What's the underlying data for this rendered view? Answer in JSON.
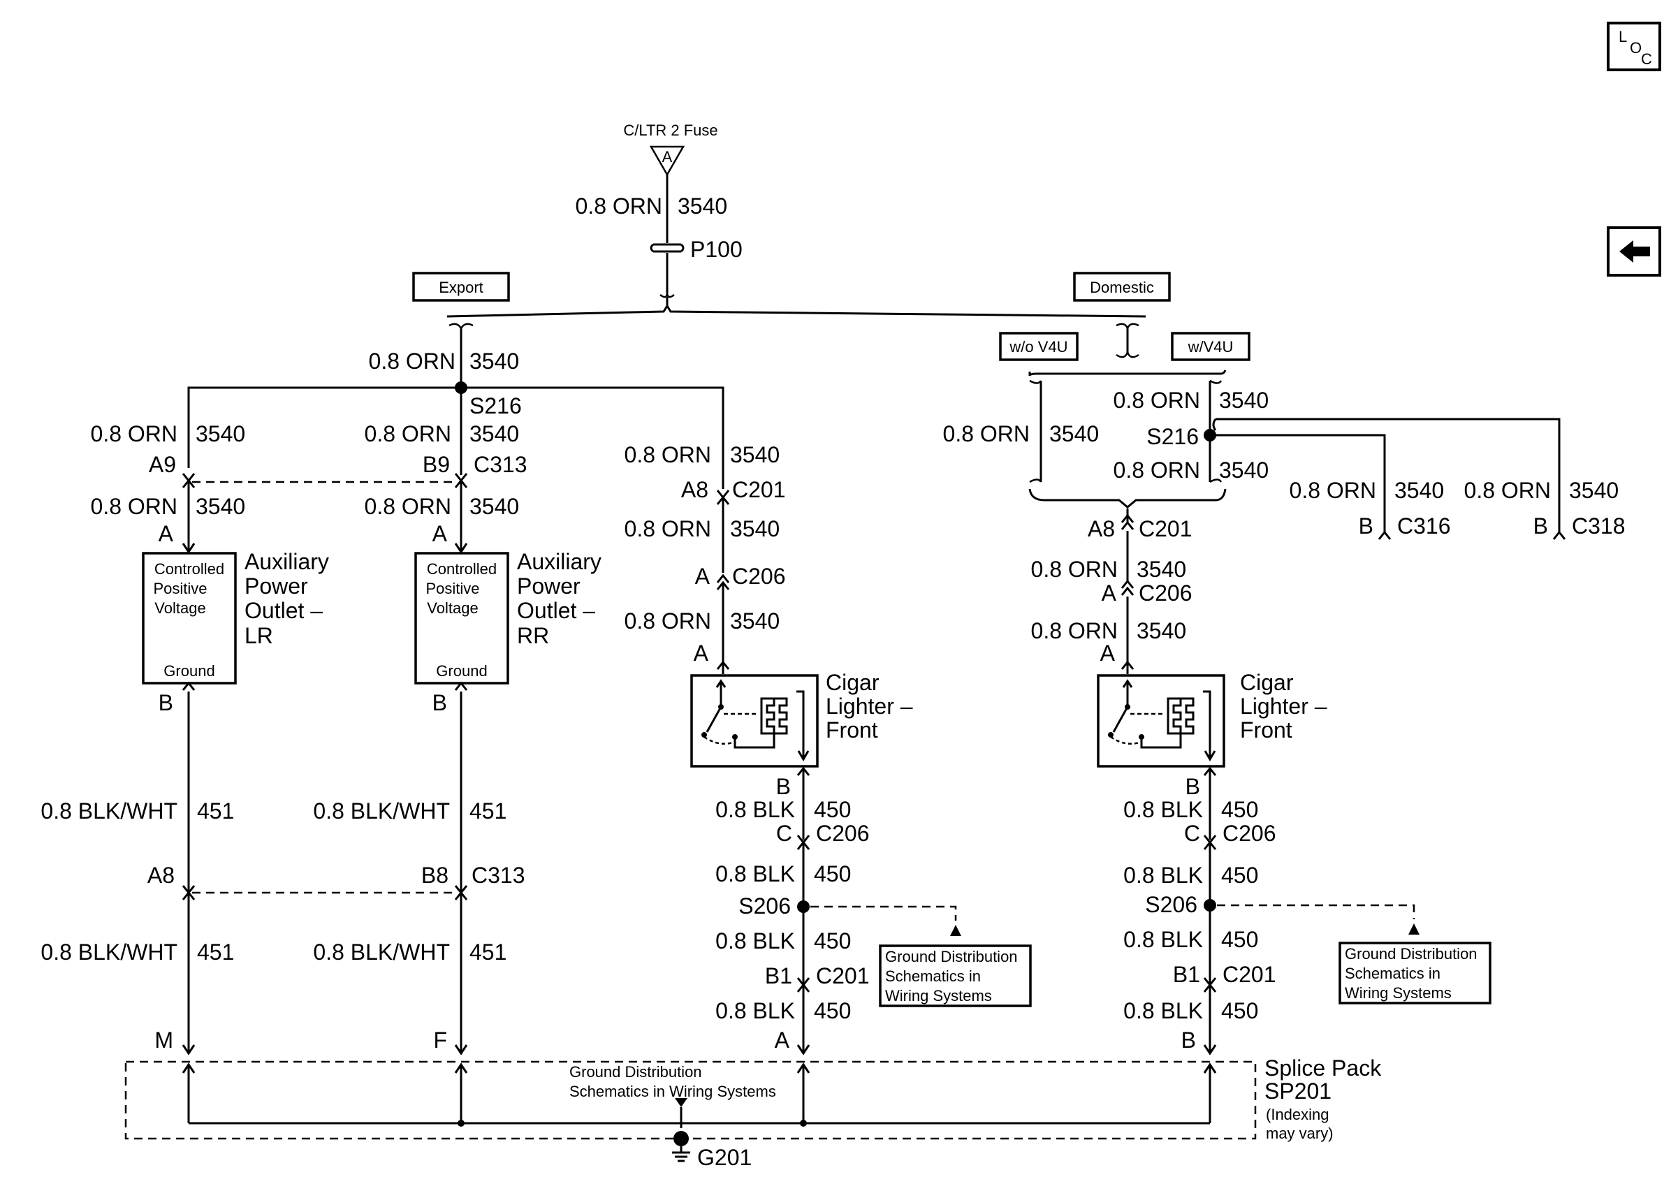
{
  "nav": {
    "loc_icon": "loc-icon",
    "back_icon": "arrow-left-icon"
  },
  "fuse": {
    "label": "C/LTR 2 Fuse",
    "terminal": "A"
  },
  "feed": {
    "wire": "0.8 ORN",
    "circuit": "3540",
    "connector": "P100"
  },
  "options": {
    "export": "Export",
    "domestic": "Domestic",
    "without_v4u": "w/o V4U",
    "with_v4u": "w/V4U"
  },
  "export": {
    "trunk_wire": "0.8 ORN",
    "trunk_circuit": "3540",
    "splice": "S216",
    "lr": {
      "upper_wire": "0.8 ORN",
      "upper_circuit": "3540",
      "pin_in": "A9",
      "lower_wire": "0.8 ORN",
      "lower_circuit": "3540",
      "term_top": "A",
      "box_line1": "Controlled",
      "box_line2": "Positive",
      "box_line3": "Voltage",
      "box_ground": "Ground",
      "name1": "Auxiliary",
      "name2": "Power",
      "name3": "Outlet –",
      "name4": "LR",
      "term_bottom": "B",
      "gnd_wire1": "0.8 BLK/WHT",
      "gnd_circuit1": "451",
      "pin_gnd": "A8",
      "gnd_wire2": "0.8 BLK/WHT",
      "gnd_circuit2": "451",
      "sp_pin": "M"
    },
    "rr": {
      "upper_wire": "0.8 ORN",
      "upper_circuit": "3540",
      "pin_in": "B9",
      "connector": "C313",
      "lower_wire": "0.8 ORN",
      "lower_circuit": "3540",
      "term_top": "A",
      "box_line1": "Controlled",
      "box_line2": "Positive",
      "box_line3": "Voltage",
      "box_ground": "Ground",
      "name1": "Auxiliary",
      "name2": "Power",
      "name3": "Outlet –",
      "name4": "RR",
      "term_bottom": "B",
      "gnd_wire1": "0.8 BLK/WHT",
      "gnd_circuit1": "451",
      "pin_gnd": "B8",
      "gnd_connector": "C313",
      "gnd_wire2": "0.8 BLK/WHT",
      "gnd_circuit2": "451",
      "sp_pin": "F"
    },
    "lighter": {
      "w1": "0.8 ORN",
      "c1": "3540",
      "pin1": "A8",
      "conn1": "C201",
      "w2": "0.8 ORN",
      "c2": "3540",
      "pin2": "A",
      "conn2": "C206",
      "w3": "0.8 ORN",
      "c3": "3540",
      "term_top": "A",
      "name1": "Cigar",
      "name2": "Lighter –",
      "name3": "Front",
      "term_bottom": "B",
      "gw1": "0.8 BLK",
      "gc1": "450",
      "gpin1": "C",
      "gconn1": "C206",
      "gw2": "0.8 BLK",
      "gc2": "450",
      "gsplice": "S206",
      "gw3": "0.8 BLK",
      "gc3": "450",
      "gpin3": "B1",
      "gconn3": "C201",
      "gw4": "0.8 BLK",
      "gc4": "450",
      "sp_pin": "A",
      "ref1": "Ground Distribution",
      "ref2": "Schematics in",
      "ref3": "Wiring Systems"
    }
  },
  "domestic": {
    "left_wire": "0.8 ORN",
    "left_circuit": "3540",
    "top_wire": "0.8 ORN",
    "top_circuit": "3540",
    "splice": "S216",
    "bot_wire": "0.8 ORN",
    "bot_circuit": "3540",
    "c316_wire": "0.8 ORN",
    "c316_circuit": "3540",
    "c316_pin": "B",
    "c316_conn": "C316",
    "c318_wire": "0.8 ORN",
    "c318_circuit": "3540",
    "c318_pin": "B",
    "c318_conn": "C318",
    "lighter": {
      "pin1": "A8",
      "conn1": "C201",
      "w2": "0.8 ORN",
      "c2": "3540",
      "pin2": "A",
      "conn2": "C206",
      "w3": "0.8 ORN",
      "c3": "3540",
      "term_top": "A",
      "name1": "Cigar",
      "name2": "Lighter –",
      "name3": "Front",
      "term_bottom": "B",
      "gw1": "0.8 BLK",
      "gc1": "450",
      "gpin1": "C",
      "gconn1": "C206",
      "gw2": "0.8 BLK",
      "gc2": "450",
      "gsplice": "S206",
      "gw3": "0.8 BLK",
      "gc3": "450",
      "gpin3": "B1",
      "gconn3": "C201",
      "gw4": "0.8 BLK",
      "gc4": "450",
      "sp_pin": "B",
      "ref1": "Ground Distribution",
      "ref2": "Schematics in",
      "ref3": "Wiring Systems"
    }
  },
  "splice_pack": {
    "ref1": "Ground Distribution",
    "ref2": "Schematics in Wiring Systems",
    "name1": "Splice Pack",
    "name2": "SP201",
    "note1": "(Indexing",
    "note2": "may vary)",
    "ground": "G201"
  }
}
